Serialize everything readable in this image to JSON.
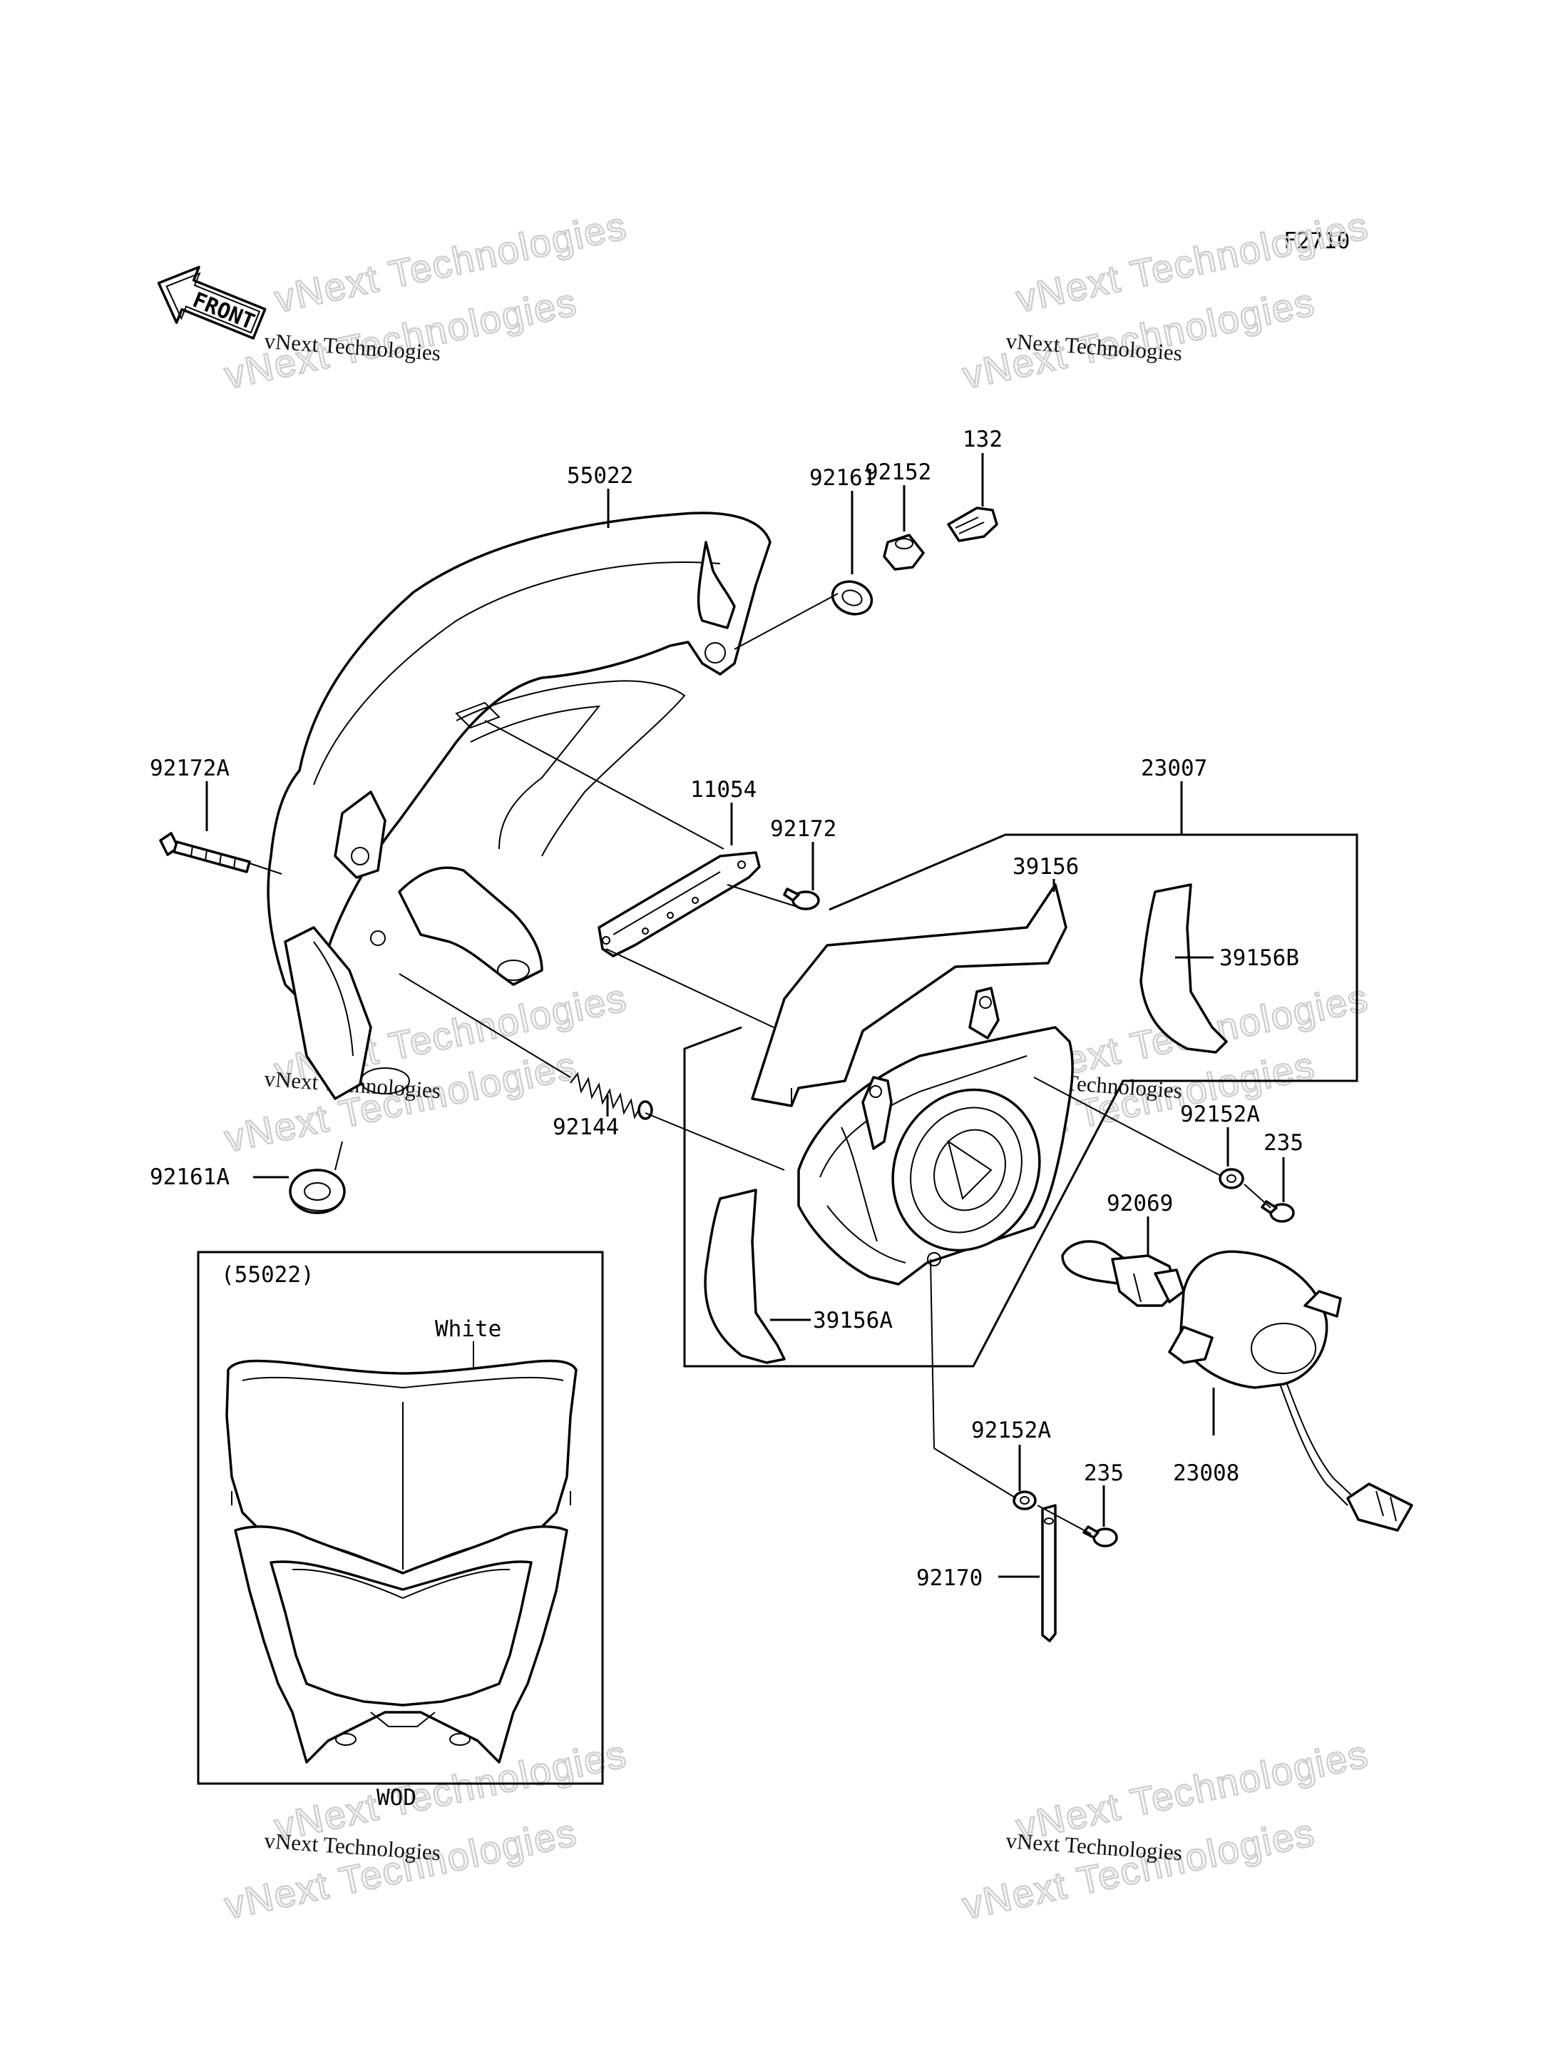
{
  "figure_code": "F2710",
  "front_label": "FRONT",
  "watermarks": [
    {
      "outline": "vNext Technologies",
      "text": "vNext Technologies"
    },
    {
      "outline": "vNext Technologies",
      "text": "vNext Technologies"
    },
    {
      "outline": "vNext Technologies",
      "text": "vNext Technologies"
    },
    {
      "outline": "vNext Technologies",
      "text": "vNext Technologies"
    },
    {
      "outline": "vNext Technologies",
      "text": "vNext Technologies"
    },
    {
      "outline": "vNext Technologies",
      "text": "vNext Technologies"
    }
  ],
  "parts": {
    "p55022": "55022",
    "p92161": "92161",
    "p92152": "92152",
    "p132": "132",
    "p92172A": "92172A",
    "p11054": "11054",
    "p92172": "92172",
    "p23007": "23007",
    "p39156": "39156",
    "p39156B": "39156B",
    "p92144": "92144",
    "p92152A_top": "92152A",
    "p235_top": "235",
    "p92069": "92069",
    "p92161A": "92161A",
    "p39156A": "39156A",
    "p92152A_bottom": "92152A",
    "p235_bottom": "235",
    "p23008": "23008",
    "p92170": "92170"
  },
  "inset": {
    "title": "(55022)",
    "color_note": "White",
    "model": "WOD"
  }
}
